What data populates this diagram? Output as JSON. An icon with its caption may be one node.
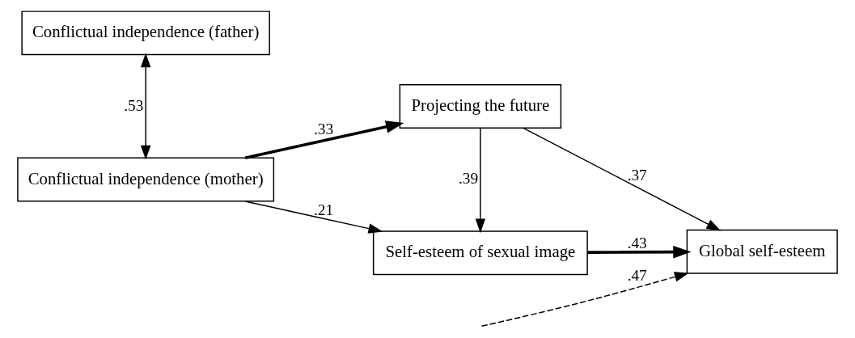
{
  "diagram": {
    "nodes": [
      {
        "text": [
          "Conflictual independence (father)"
        ]
      },
      {
        "text": [
          "Projecting the future"
        ]
      },
      {
        "text": [
          "Global self-esteem"
        ]
      },
      {
        "text": [
          "Conflictual independence (mother)"
        ]
      },
      {
        "text": [
          "Self-esteem of sexual image"
        ]
      }
    ],
    "edges": [
      {
        "from": 0,
        "to": 3,
        "arrow": "both",
        "label": ".53"
      },
      {
        "from": 3,
        "to": 1,
        "arrow": "to",
        "label": ".33",
        "style": "thick"
      },
      {
        "from": 1,
        "to": 2,
        "arrow": "to",
        "label": ".37"
      },
      {
        "from": 1,
        "to": 4,
        "arrow": "to",
        "label": ".39"
      },
      {
        "from": 3,
        "to": 4,
        "arrow": "to",
        "label": ".21"
      },
      {
        "from": 4,
        "to": 2,
        "arrow": "to",
        "label": ".43",
        "style": "thick"
      },
      {
        "from": null,
        "to": 2,
        "arrow": "to",
        "label": ".47",
        "style": "dashed"
      }
    ]
  }
}
